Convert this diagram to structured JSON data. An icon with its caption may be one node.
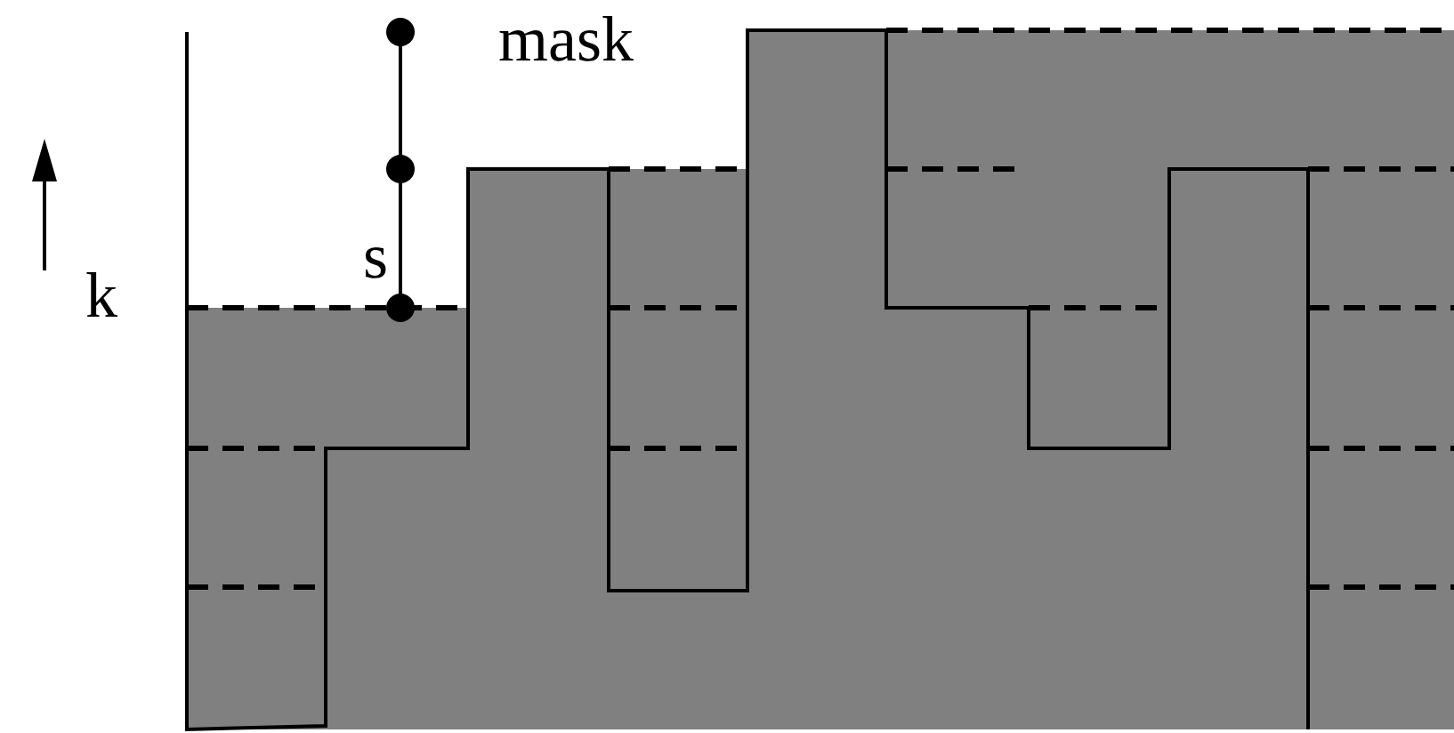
{
  "diagram": {
    "labels": [
      "mask",
      "s",
      "k"
    ]
  }
}
